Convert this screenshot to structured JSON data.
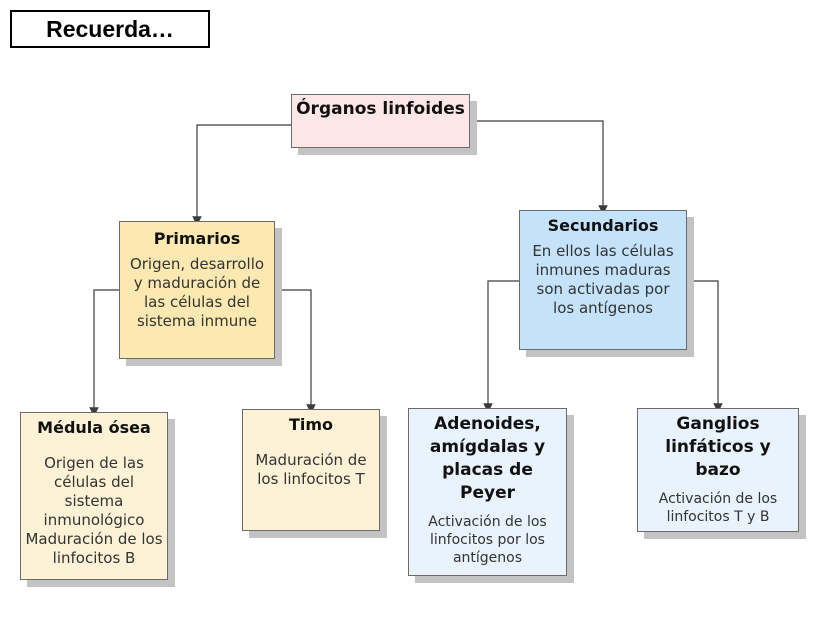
{
  "title": "Recuerda…",
  "colors": {
    "root_fill": "#fde6e8",
    "primary_fill": "#fce9b1",
    "primary_child_fill": "#fdf2d6",
    "secondary_fill": "#c4e3fa",
    "secondary_child_fill": "#e8f3fd",
    "connector": "#3c3c3c",
    "shadow": "#c3c3c3"
  },
  "nodes": {
    "root": {
      "title": "Órganos linfoides"
    },
    "primary": {
      "title": "Primarios",
      "text": "Origen, desarrollo y maduración de las células del sistema inmune"
    },
    "secondary": {
      "title": "Secundarios",
      "text": "En ellos las células inmunes maduras son activadas por los antígenos"
    },
    "bone_marrow": {
      "title": "Médula ósea",
      "text": "Origen de las células del sistema inmunológico Maduración de los linfocitos B"
    },
    "thymus": {
      "title": "Timo",
      "text": "Maduración de los linfocitos T"
    },
    "adenoids": {
      "title": "Adenoides, amígdalas y placas de Peyer",
      "text": "Activación de los linfocitos por los antígenos"
    },
    "lymph_nodes": {
      "title": "Ganglios linfáticos y bazo",
      "text": "Activación de los linfocitos T y B"
    }
  },
  "edges": [
    {
      "from": "root",
      "to": "primary"
    },
    {
      "from": "root",
      "to": "secondary"
    },
    {
      "from": "primary",
      "to": "bone_marrow"
    },
    {
      "from": "primary",
      "to": "thymus"
    },
    {
      "from": "secondary",
      "to": "adenoids"
    },
    {
      "from": "secondary",
      "to": "lymph_nodes"
    }
  ]
}
